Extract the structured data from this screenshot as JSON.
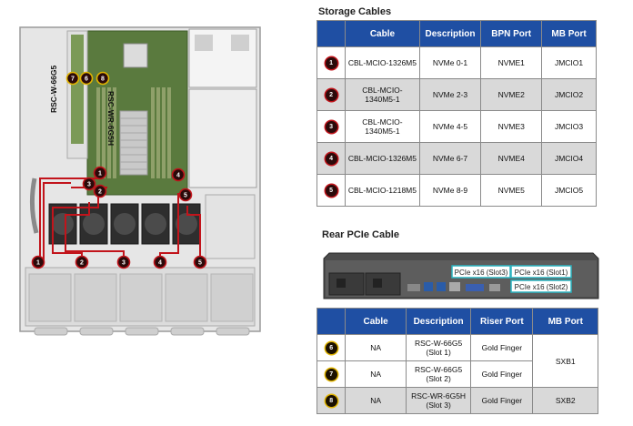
{
  "storage": {
    "title": "Storage Cables",
    "headers": [
      "",
      "Cable",
      "Description",
      "BPN Port",
      "MB Port"
    ],
    "rows": [
      {
        "n": "1",
        "cable": "CBL-MCIO-1326M5",
        "desc": "NVMe 0-1",
        "bpn": "NVME1",
        "mb": "JMCIO1"
      },
      {
        "n": "2",
        "cable": "CBL-MCIO-1340M5-1",
        "desc": "NVMe 2-3",
        "bpn": "NVME2",
        "mb": "JMCIO2"
      },
      {
        "n": "3",
        "cable": "CBL-MCIO-1340M5-1",
        "desc": "NVMe 4-5",
        "bpn": "NVME3",
        "mb": "JMCIO3"
      },
      {
        "n": "4",
        "cable": "CBL-MCIO-1326M5",
        "desc": "NVMe 6-7",
        "bpn": "NVME4",
        "mb": "JMCIO4"
      },
      {
        "n": "5",
        "cable": "CBL-MCIO-1218M5",
        "desc": "NVMe 8-9",
        "bpn": "NVME5",
        "mb": "JMCIO5"
      }
    ]
  },
  "rear": {
    "title": "Rear PCIe Cable",
    "photo_labels": {
      "slot3": "PCIe x16 (Slot3)",
      "slot1": "PCIe x16 (Slot1)",
      "slot2": "PCIe x16 (Slot2)"
    },
    "headers": [
      "",
      "Cable",
      "Description",
      "Riser Port",
      "MB Port"
    ],
    "rows": [
      {
        "n": "6",
        "cable": "NA",
        "desc1": "RSC-W-66G5",
        "desc2": "(Slot 1)",
        "riser": "Gold Finger"
      },
      {
        "n": "7",
        "cable": "NA",
        "desc1": "RSC-W-66G5",
        "desc2": "(Slot 2)",
        "riser": "Gold Finger"
      },
      {
        "n": "8",
        "cable": "NA",
        "desc1": "RSC-WR-6G5H",
        "desc2": "(Slot 3)",
        "riser": "Gold Finger"
      }
    ],
    "mb_sxb1": "SXB1",
    "mb_sxb2": "SXB2"
  },
  "diagram": {
    "riser_label_left": "RSC-W-66G5",
    "riser_label_right": "RSC-WR-6G5H",
    "badges_red": [
      "1",
      "2",
      "3",
      "4",
      "5"
    ],
    "badges_gold": [
      "6",
      "7",
      "8"
    ]
  },
  "colors": {
    "header_blue": "#1f4fa3",
    "cable_red": "#c2141b",
    "badge_gold": "#e1b400"
  }
}
